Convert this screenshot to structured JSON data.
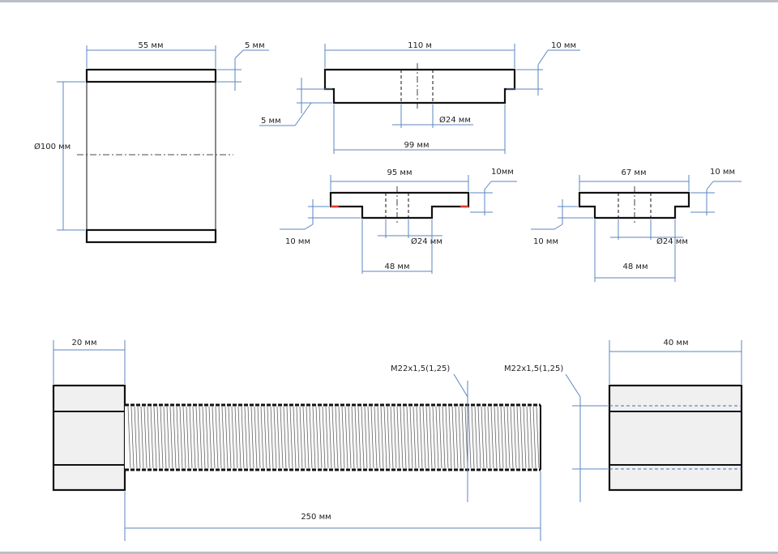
{
  "colors": {
    "dimension_line": "#5b86c0",
    "outline": "#111111",
    "part_fill": "#f0f0f0",
    "marker_red": "#e03a2f",
    "frame_bar": "#b9bec7"
  },
  "drawing": {
    "sleeve": {
      "width": "55 мм",
      "wall": "5 мм",
      "diameter": "Ø100 мм"
    },
    "flange_top": {
      "width": "110 м",
      "height": "10 мм",
      "step": "5 мм",
      "hole": "Ø24 мм",
      "base": "99 мм"
    },
    "flange_mid": {
      "width": "95 мм",
      "height": "10мм",
      "step": "10 мм",
      "hole": "Ø24 мм",
      "base": "48 мм"
    },
    "flange_right": {
      "width": "67 мм",
      "height": "10 мм",
      "step": "10 мм",
      "hole": "Ø24 мм",
      "base": "48 мм"
    },
    "bolt": {
      "head": "20 мм",
      "thread": "M22x1,5(1,25)",
      "length": "250 мм"
    },
    "nut": {
      "width": "40 мм",
      "thread": "M22x1,5(1,25)"
    }
  }
}
